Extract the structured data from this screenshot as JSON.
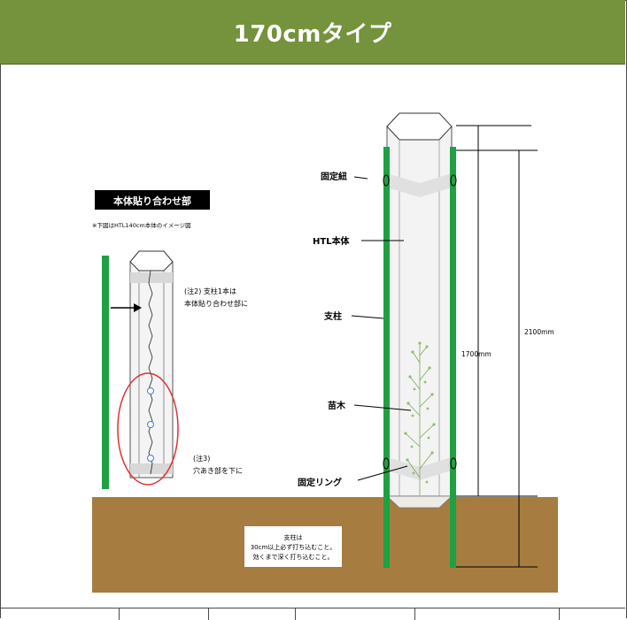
{
  "header": {
    "title": "170cmタイプ"
  },
  "left_detail": {
    "title": "本体貼り合わせ部",
    "note_caption": "※下図はHTL140cm本体のイメージ図",
    "note2_line1": "(注2)  支柱1本は",
    "note2_line2": "本体貼り合わせ部に",
    "note3_line1": "(注3)",
    "note3_line2": "穴あき部を下に"
  },
  "right_labels": {
    "fixing_string": "固定紐",
    "htl_body": "HTL本体",
    "post": "支柱",
    "seedling": "苗木",
    "fixing_ring": "固定リング"
  },
  "dimensions": {
    "inner": "1700mm",
    "outer": "2100mm"
  },
  "ground_note": {
    "line1": "支柱は",
    "line2": "30cm以上必ず打ち込むこと。",
    "line3": "効くまで深く打ち込むこと。"
  },
  "colors": {
    "header_bg": "#75923c",
    "post_green": "#1fa043",
    "ground_brown": "#a67c40",
    "circle_red": "#e03030"
  }
}
